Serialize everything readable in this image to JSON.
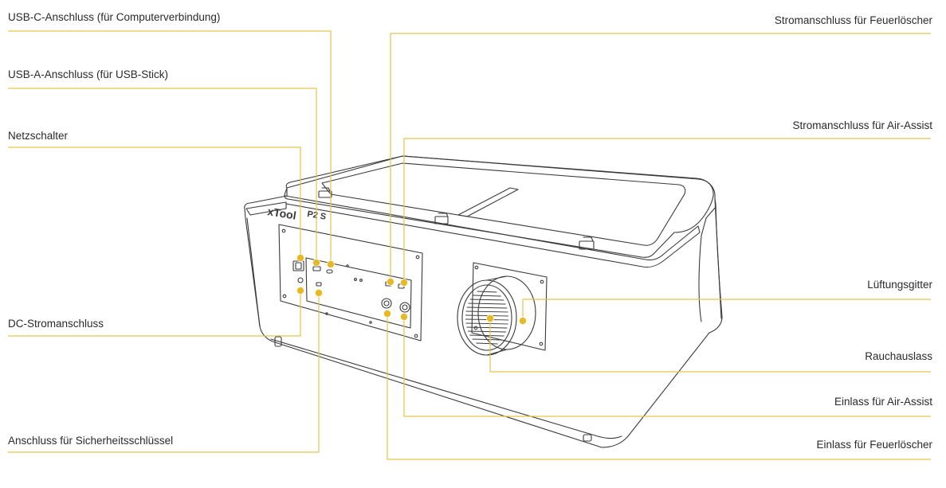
{
  "colors": {
    "leader": "#e5c349",
    "dot": "#e8b923",
    "outline": "#3a3a3a",
    "text": "#2a2a2a"
  },
  "device": {
    "brand_text": "xTool ",
    "model_text": "P2 S"
  },
  "labels_left": [
    {
      "id": "usbc",
      "text": "USB-C-Anschluss (für Computerverbindung)"
    },
    {
      "id": "usba",
      "text": "USB-A-Anschluss (für USB-Stick)"
    },
    {
      "id": "power",
      "text": "Netzschalter"
    },
    {
      "id": "dc",
      "text": "DC-Stromanschluss"
    },
    {
      "id": "key",
      "text": "Anschluss für Sicherheitsschlüssel"
    }
  ],
  "labels_right": [
    {
      "id": "fire-power",
      "text": "Stromanschluss für Feuerlöscher"
    },
    {
      "id": "air-power",
      "text": "Stromanschluss für Air-Assist"
    },
    {
      "id": "grille",
      "text": "Lüftungsgitter"
    },
    {
      "id": "exhaust",
      "text": "Rauchauslass"
    },
    {
      "id": "air-in",
      "text": "Einlass für Air-Assist"
    },
    {
      "id": "fire-in",
      "text": "Einlass für Feuerlöscher"
    }
  ]
}
